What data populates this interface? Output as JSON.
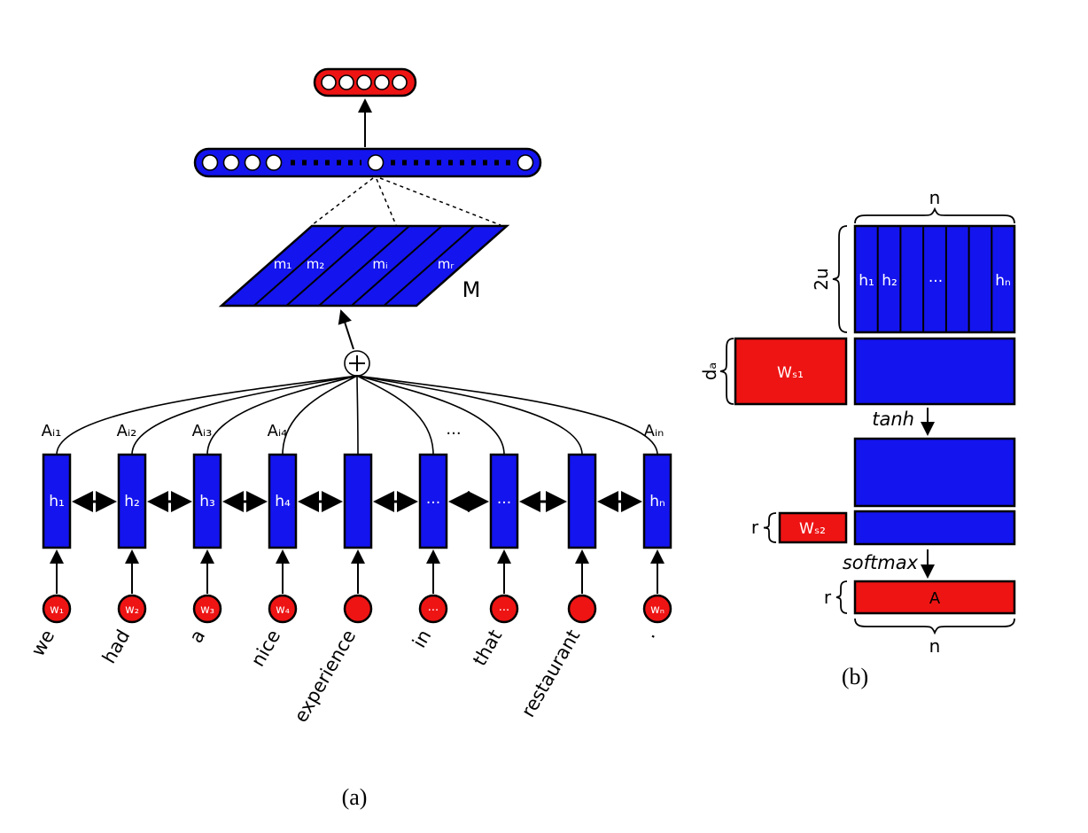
{
  "colors": {
    "blue": "#1414ee",
    "red": "#ee1414"
  },
  "panel_a": {
    "caption": "(a)",
    "matrix": {
      "label": "M",
      "rows": [
        "m₁",
        "m₂",
        "mᵢ",
        "mᵣ"
      ]
    },
    "attention": {
      "a1": "Aᵢ₁",
      "a2": "Aᵢ₂",
      "a3": "Aᵢ₃",
      "a4": "Aᵢ₄",
      "dots": "...",
      "an": "Aᵢₙ"
    },
    "hidden_states": [
      "h₁",
      "h₂",
      "h₃",
      "h₄",
      "",
      "...",
      "...",
      "",
      "hₙ"
    ],
    "word_nodes": [
      "w₁",
      "w₂",
      "w₃",
      "w₄",
      "",
      "...",
      "...",
      "",
      "wₙ"
    ],
    "words": [
      "we",
      "had",
      "a",
      "nice",
      "experience",
      "in",
      "that",
      "restaurant",
      "."
    ]
  },
  "panel_b": {
    "caption": "(b)",
    "n_top": "n",
    "dim_2u": "2u",
    "h_labels": [
      "h₁",
      "h₂",
      "...",
      "hₙ"
    ],
    "dim_da": "dₐ",
    "ws1": "Wₛ₁",
    "tanh": "tanh",
    "dim_r_ws2": "r",
    "ws2": "Wₛ₂",
    "softmax": "softmax",
    "dim_r_a": "r",
    "a_matrix": "A",
    "n_bottom": "n"
  }
}
